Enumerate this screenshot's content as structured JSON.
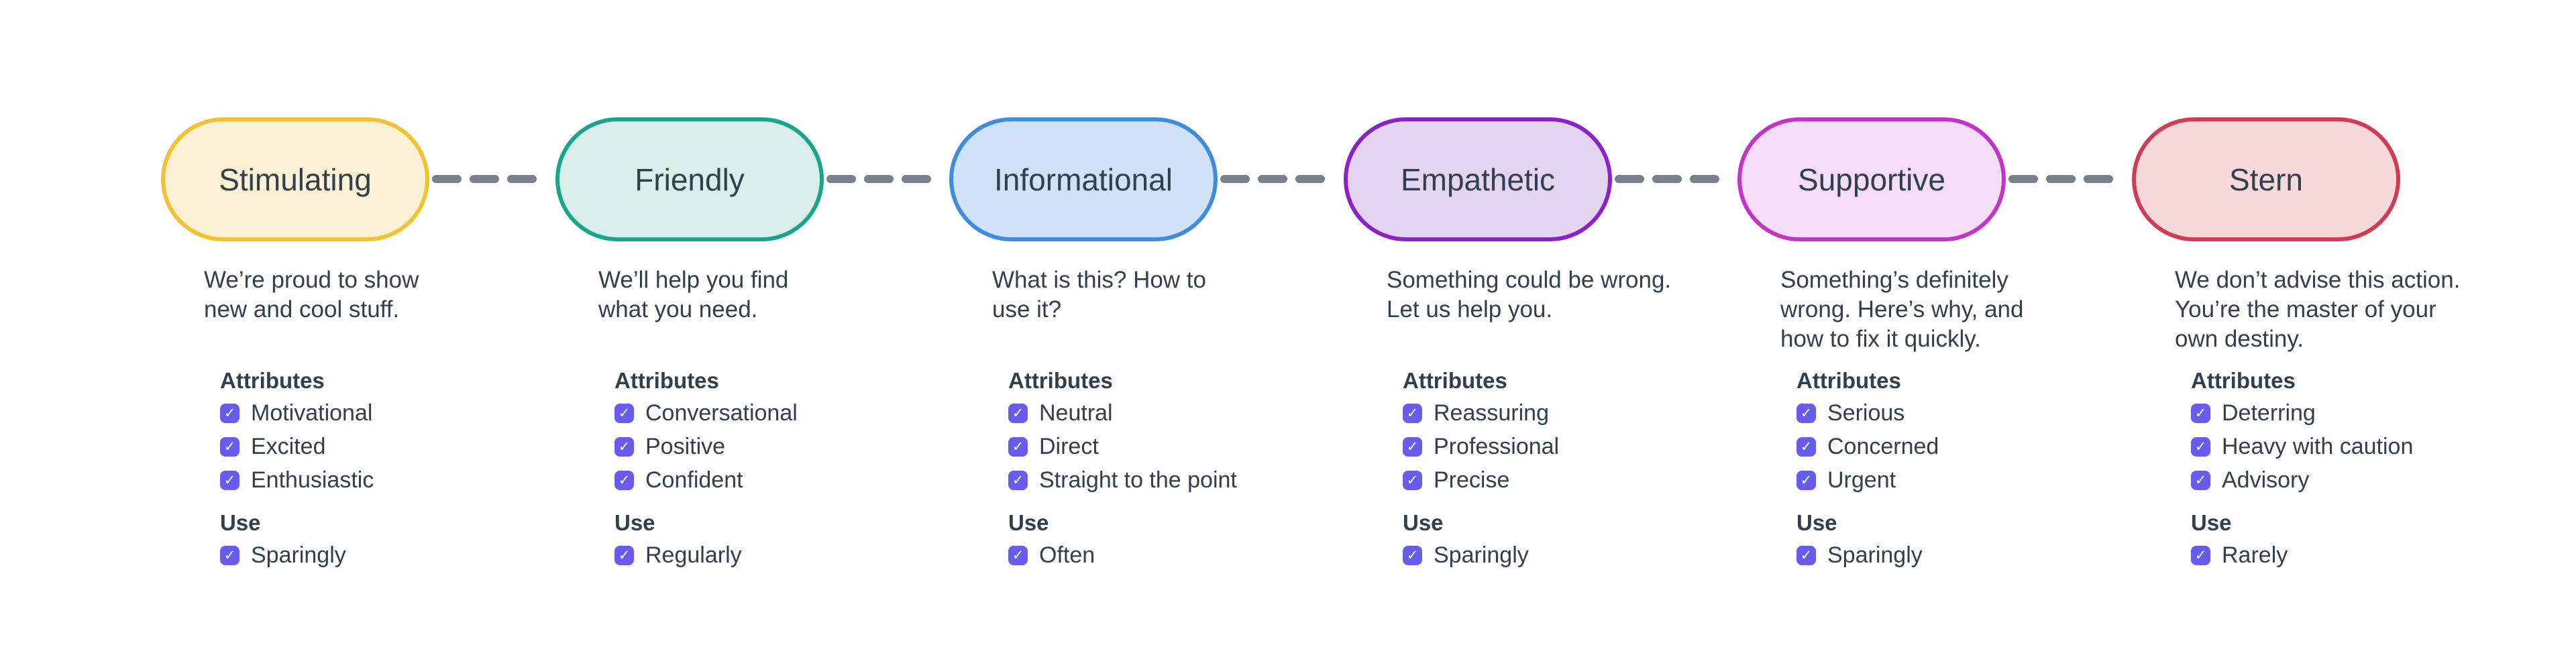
{
  "palette": {
    "background": "#FFFFFF",
    "text": "#31404D",
    "connector": "#76818D",
    "checkbox_fill": "#685CEC",
    "checkbox_check_color": "#FFFFFF"
  },
  "icons": {
    "checkbox_check": "✓"
  },
  "labels": {
    "attributes": "Attributes",
    "use": "Use"
  },
  "tones": [
    {
      "name": "Stimulating",
      "description": "We’re proud to show\nnew and cool stuff.",
      "attributes": [
        "Motivational",
        "Excited",
        "Enthusiastic"
      ],
      "use": "Sparingly",
      "colors": {
        "border": "#F2C230",
        "fill": "#FAF0D4"
      }
    },
    {
      "name": "Friendly",
      "description": "We’ll help you find\nwhat you need.",
      "attributes": [
        "Conversational",
        "Positive",
        "Confident"
      ],
      "use": "Regularly",
      "colors": {
        "border": "#17A68B",
        "fill": "#D9EEE8"
      }
    },
    {
      "name": "Informational",
      "description": "What is this? How to\nuse it?",
      "attributes": [
        "Neutral",
        "Direct",
        "Straight to the point"
      ],
      "use": "Often",
      "colors": {
        "border": "#3D8DDE",
        "fill": "#D0E2F6"
      }
    },
    {
      "name": "Empathetic",
      "description": "Something could be wrong.\nLet us help you.",
      "attributes": [
        "Reassuring",
        "Professional",
        "Precise"
      ],
      "use": "Sparingly",
      "colors": {
        "border": "#8A21C9",
        "fill": "#E5D3F2"
      }
    },
    {
      "name": "Supportive",
      "description": "Something’s definitely\nwrong. Here’s why, and\nhow to fix it quickly.",
      "attributes": [
        "Serious",
        "Concerned",
        "Urgent"
      ],
      "use": "Sparingly",
      "colors": {
        "border": "#C433C8",
        "fill": "#F5DCF7"
      }
    },
    {
      "name": "Stern",
      "description": "We don’t advise this action.\nYou’re the master of your\nown destiny.",
      "attributes": [
        "Deterring",
        "Heavy with caution",
        "Advisory"
      ],
      "use": "Rarely",
      "colors": {
        "border": "#D23B52",
        "fill": "#F7D8DB"
      }
    }
  ]
}
